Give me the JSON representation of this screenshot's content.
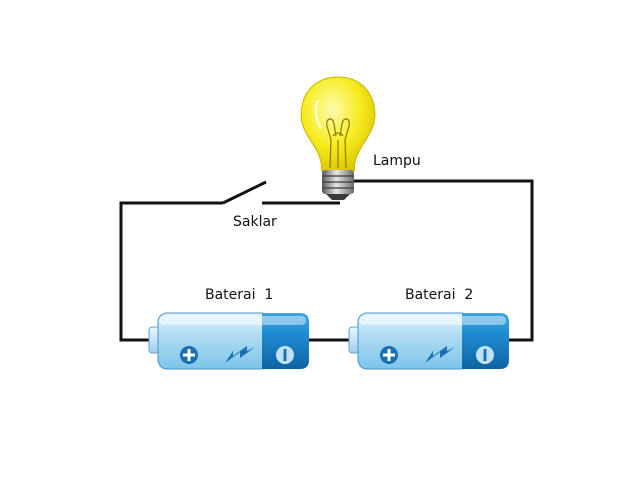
{
  "labels": {
    "lamp": "Lampu",
    "switch": "Saklar",
    "battery_1": "Baterai  1",
    "battery_2": "Baterai  2"
  },
  "colors": {
    "wire": "#111111",
    "bulb_glass": "#f6ec1e",
    "battery_light": "#bfe3f5",
    "battery_dark": "#1c8ad0",
    "battery_symbol": "#1a6fb5"
  },
  "icons": {
    "lamp": "light-bulb-icon",
    "switch": "open-switch-icon",
    "plus": "plus-icon",
    "minus": "minus-icon",
    "charge": "lightning-icon"
  }
}
